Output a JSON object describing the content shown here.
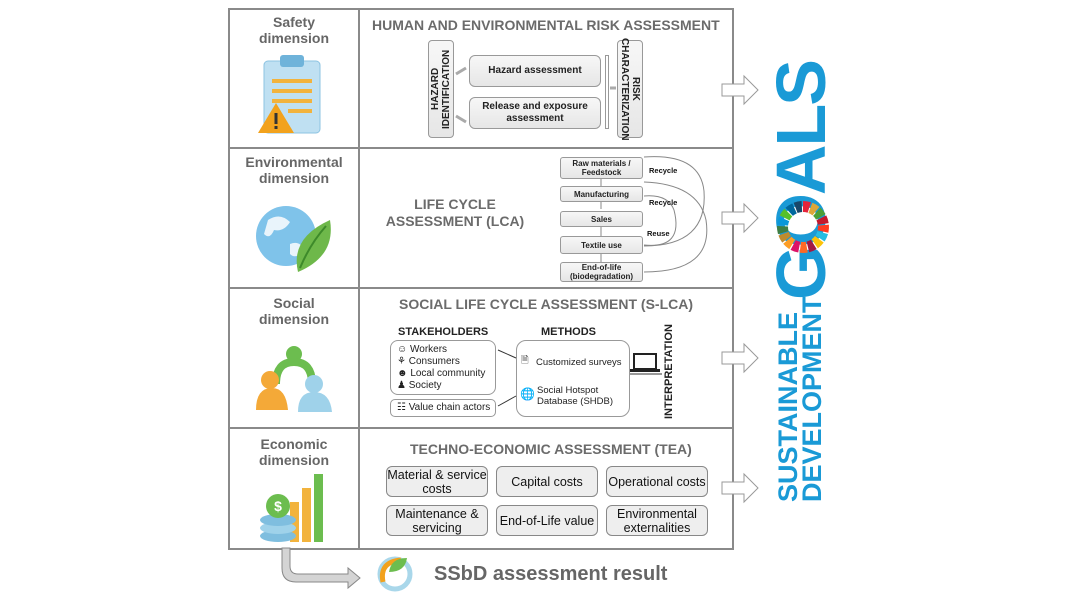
{
  "dimensions": [
    {
      "label": "Safety\ndimension",
      "line1": "Safety",
      "line2": "dimension"
    },
    {
      "line1": "Environmental",
      "line2": "dimension"
    },
    {
      "line1": "Social",
      "line2": "dimension"
    },
    {
      "line1": "Economic",
      "line2": "dimension"
    }
  ],
  "safety": {
    "title": "HUMAN AND ENVIRONMENTAL RISK ASSESSMENT",
    "hazard_identification": "HAZARD IDENTIFICATION",
    "hazard_assessment": "Hazard assessment",
    "release_exposure": "Release and exposure assessment",
    "risk_characterization": "RISK CHARACTERIZATION"
  },
  "lca": {
    "title1": "LIFE CYCLE",
    "title2": "ASSESSMENT (LCA)",
    "stages": [
      "Raw materials / Feedstock",
      "Manufacturing",
      "Sales",
      "Textile use",
      "End-of-life (biodegradation)"
    ],
    "loops": [
      "Recycle",
      "Recycle",
      "Reuse"
    ]
  },
  "slca": {
    "title": "SOCIAL LIFE CYCLE ASSESSMENT (S-LCA)",
    "stakeholders_header": "STAKEHOLDERS",
    "methods_header": "METHODS",
    "stakeholders": [
      "Workers",
      "Consumers",
      "Local community",
      "Society"
    ],
    "value_chain": "Value chain actors",
    "methods": [
      "Customized surveys",
      "Social Hotspot Database (SHDB)"
    ],
    "interpretation": "INTERPRETATION"
  },
  "tea": {
    "title": "TECHNO-ECONOMIC ASSESSMENT (TEA)",
    "items": [
      "Material & service costs",
      "Capital costs",
      "Operational costs",
      "Maintenance & servicing",
      "End-of-Life value",
      "Environmental externalities"
    ]
  },
  "sdg": {
    "line1": "SUSTAINABLE",
    "line2": "DEVELOPMENT",
    "goals": "GOALS",
    "color": "#1a9ad6"
  },
  "result": "SSbD assessment result"
}
